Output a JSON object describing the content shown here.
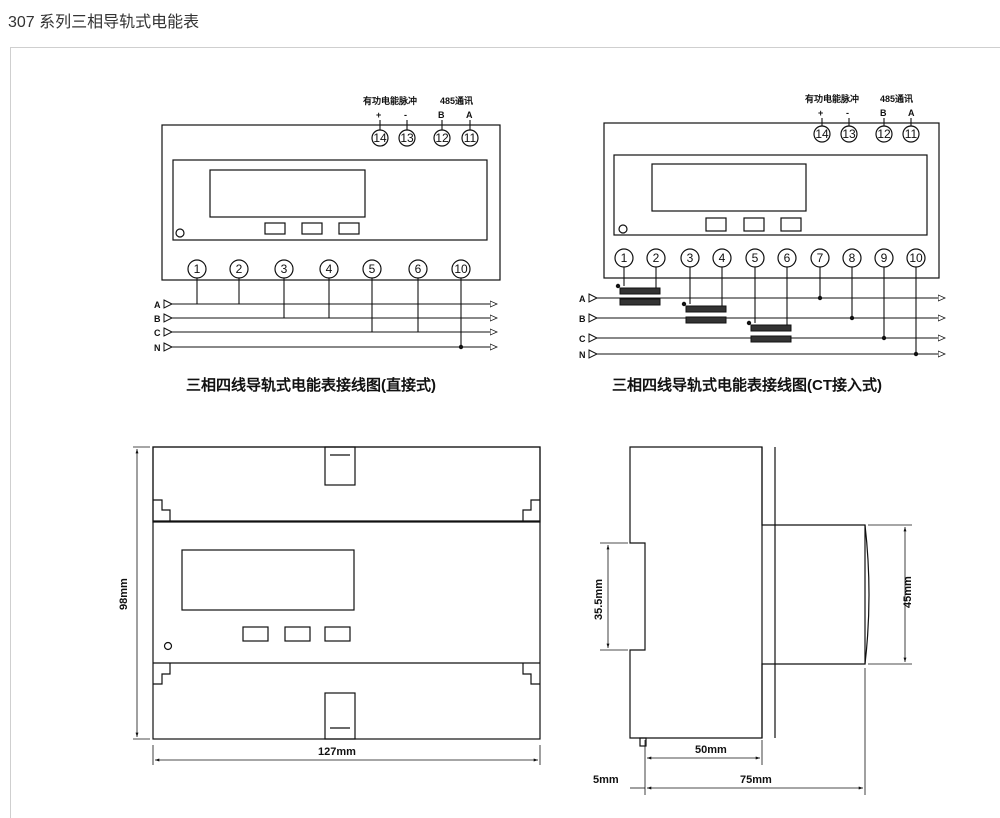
{
  "title": "307 系列三相导轨式电能表",
  "diagram_direct": {
    "caption": "三相四线导轨式电能表接线图(直接式)",
    "pulse_label": "有功电能脉冲",
    "comm_label": "485通讯",
    "sign_plus": "+",
    "sign_minus": "-",
    "letter_b": "B",
    "letter_a": "A",
    "top_terminals": [
      "14",
      "13",
      "12",
      "11"
    ],
    "bottom_terminals": [
      "1",
      "2",
      "3",
      "4",
      "5",
      "6",
      "10"
    ],
    "lines": [
      "A",
      "B",
      "C",
      "N"
    ]
  },
  "diagram_ct": {
    "caption": "三相四线导轨式电能表接线图(CT接入式)",
    "pulse_label": "有功电能脉冲",
    "comm_label": "485通讯",
    "sign_plus": "+",
    "sign_minus": "-",
    "letter_b": "B",
    "letter_a": "A",
    "top_terminals": [
      "14",
      "13",
      "12",
      "11"
    ],
    "bottom_terminals": [
      "1",
      "2",
      "3",
      "4",
      "5",
      "6",
      "7",
      "8",
      "9",
      "10"
    ],
    "lines": [
      "A",
      "B",
      "C",
      "N"
    ]
  },
  "dimensions": {
    "height_front": "98mm",
    "width_front": "127mm",
    "rail_clip": "35.5mm",
    "side_height": "45mm",
    "depth_body": "50mm",
    "depth_total": "75mm",
    "offset": "5mm"
  }
}
